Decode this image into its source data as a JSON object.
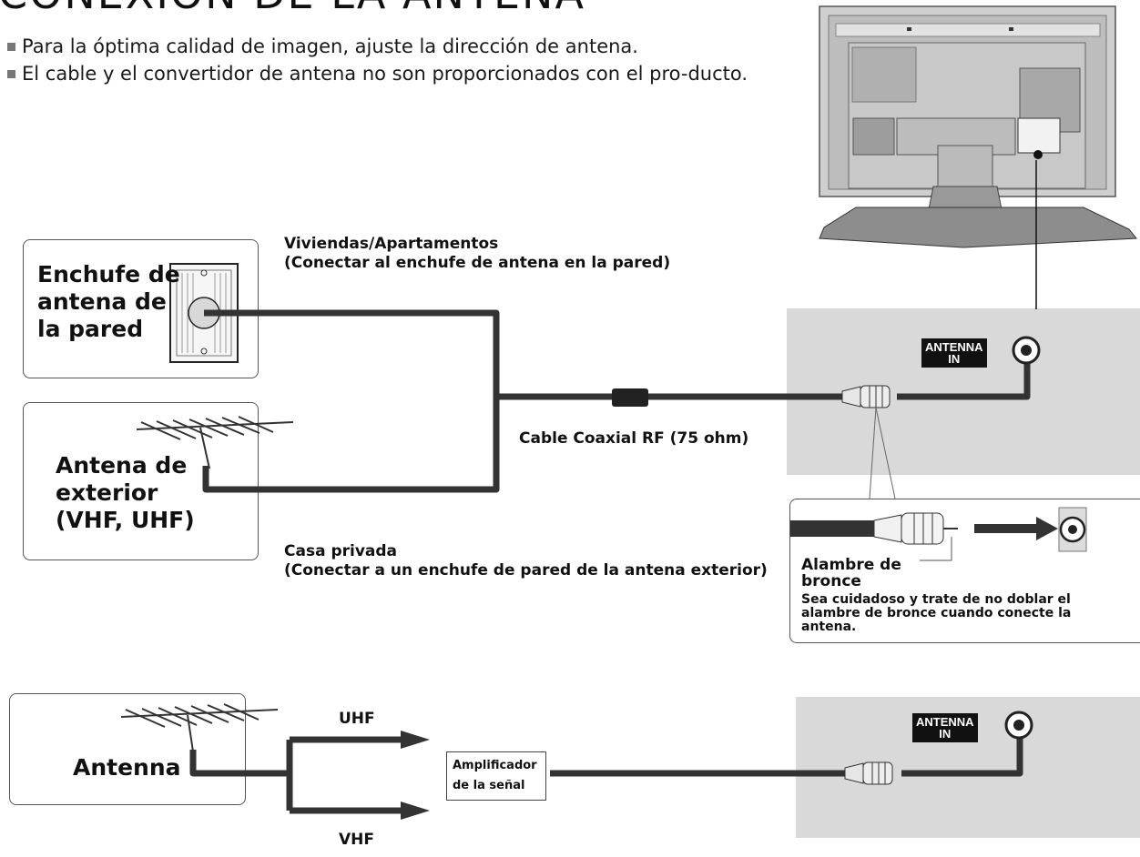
{
  "title": "CONEXIÓN DE LA ANTENA",
  "bullets": [
    "Para la óptima calidad de imagen, ajuste la dirección de antena.",
    "El cable y el convertidor de antena no son proporcionados con el pro-ducto."
  ],
  "wall_socket": {
    "label": [
      "Enchufe de",
      "antena de",
      "la pared"
    ]
  },
  "outdoor_antenna": {
    "label": [
      "Antena de",
      "exterior",
      "(VHF, UHF)"
    ]
  },
  "housing": {
    "line1": "Viviendas/Apartamentos",
    "line2": "(Conectar al enchufe de antena en la pared)"
  },
  "private_house": {
    "line1": "Casa privada",
    "line2": "(Conectar a un enchufe de pared de la antena exterior)"
  },
  "cable_label": "Cable Coaxial RF (75 ohm)",
  "antenna_in": {
    "line1": "ANTENNA",
    "line2": "IN"
  },
  "detail": {
    "wire_label_1": "Alambre de",
    "wire_label_2": "bronce",
    "note_1": "Sea cuidadoso y trate de no doblar el",
    "note_2": "alambre de bronce cuando conecte la",
    "note_3": "antena."
  },
  "lower": {
    "antenna_label": "Antenna",
    "uhf": "UHF",
    "vhf": "VHF",
    "amplifier_1": "Amplificador",
    "amplifier_2": "de la señal"
  }
}
